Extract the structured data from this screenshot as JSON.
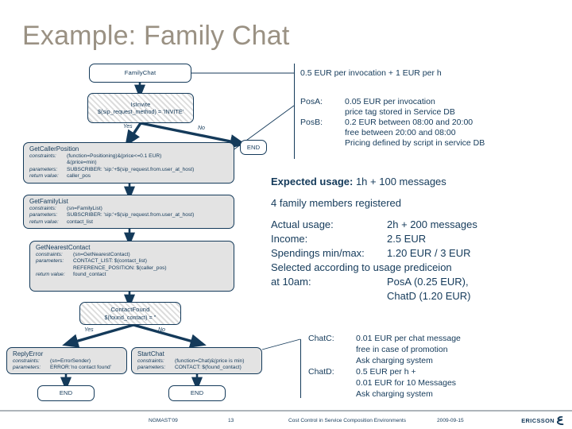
{
  "slide": {
    "title": "Example: Family Chat"
  },
  "flow": {
    "start": {
      "label": "FamilyChat"
    },
    "is_invite": {
      "title": "IsInvite",
      "condition": "$(sip_request_method) = 'INVITE'"
    },
    "branch_invite": {
      "yes": "Yes",
      "no": "No"
    },
    "end_invite": {
      "label": "END"
    },
    "get_caller_position": {
      "title": "GetCallerPosition",
      "rows": [
        {
          "key": "constraints:",
          "value": "(function=Positioning)&(price<=0.1 EUR)"
        },
        {
          "key": "",
          "value": "&(price=min)"
        },
        {
          "key": "parameters:",
          "value": "SUBSCRIBER: 'sip:'+$(sip_request.from.user_at_host)"
        },
        {
          "key": "return value:",
          "value": "caller_pos"
        }
      ]
    },
    "get_family_list": {
      "title": "GetFamilyList",
      "rows": [
        {
          "key": "constraints:",
          "value": "(sn=FamilyList)"
        },
        {
          "key": "parameters:",
          "value": "SUBSCRIBER: 'sip:'+$(sip_request.from.user_at_host)"
        },
        {
          "key": "return value:",
          "value": "contact_list"
        }
      ]
    },
    "get_nearest_contact": {
      "title": "GetNearestContact",
      "rows": [
        {
          "key": "constraints:",
          "value": "(sn=GetNearestContact)"
        },
        {
          "key": "parameters:",
          "value": "CONTACT_LIST: $(contact_list)"
        },
        {
          "key": "",
          "value": "REFERENCE_POSITION: $(caller_pos)"
        },
        {
          "key": "return value:",
          "value": "found_contact"
        }
      ]
    },
    "contact_found": {
      "title": "ContactFound",
      "condition": "$(found_contact) = ''"
    },
    "branch_contact": {
      "yes": "Yes",
      "no": "No"
    },
    "reply_error": {
      "title": "ReplyError",
      "rows": [
        {
          "key": "constraints:",
          "value": "(sn=ErrorSender)"
        },
        {
          "key": "parameters:",
          "value": "ERROR:'no contact found'"
        }
      ]
    },
    "start_chat": {
      "title": "StartChat",
      "rows": [
        {
          "key": "constraints:",
          "value": "(function=Chat)&(price is min)"
        },
        {
          "key": "parameters:",
          "value": "CONTACT: $(found_contact)"
        }
      ]
    },
    "end_error": {
      "label": "END"
    },
    "end_chat": {
      "label": "END"
    }
  },
  "callouts": {
    "top_price": "0.5 EUR per invocation + 1 EUR per h",
    "positioning": [
      {
        "label": "PosA:",
        "lines": [
          "0.05 EUR per invocation",
          "price tag stored in Service DB"
        ]
      },
      {
        "label": "PosB:",
        "lines": [
          "0.2 EUR between 08:00 and 20:00",
          "free between 20:00 and 08:00",
          "Pricing defined by script in service DB"
        ]
      }
    ],
    "chat": [
      {
        "label": "ChatC:",
        "lines": [
          "0.01 EUR per chat message",
          "free in case of promotion",
          "Ask charging system"
        ]
      },
      {
        "label": "ChatD:",
        "lines": [
          "0.5 EUR per h +",
          "0.01 EUR for 10 Messages",
          "Ask charging system"
        ]
      }
    ]
  },
  "summary": {
    "expected_usage_label": "Expected usage:",
    "expected_usage_value": "1h + 100 messages",
    "members": "4 family members registered",
    "rows": [
      {
        "label": "Actual usage:",
        "value": "2h + 200 messages"
      },
      {
        "label": "Income:",
        "value": "2.5 EUR"
      }
    ],
    "spendings_label": "Spendings min/max:",
    "spendings_value": "1.20 EUR / 3 EUR",
    "selected_line1": "Selected according to usage prediceion",
    "selected_label": "at 10am:",
    "selected_value1": "PosA (0.25 EUR),",
    "selected_value2": "ChatD (1.20 EUR)"
  },
  "footer": {
    "conference": "NGMAST'09",
    "page": "13",
    "paper_title": "Cost Control in Service Composition Environments",
    "date": "2009-09-15",
    "brand": "ERICSSON"
  },
  "colors": {
    "title": "#9a9183",
    "ink": "#143A5A",
    "node_fill": "#e3e3e3",
    "footer_rule": "#aeb4ba"
  }
}
